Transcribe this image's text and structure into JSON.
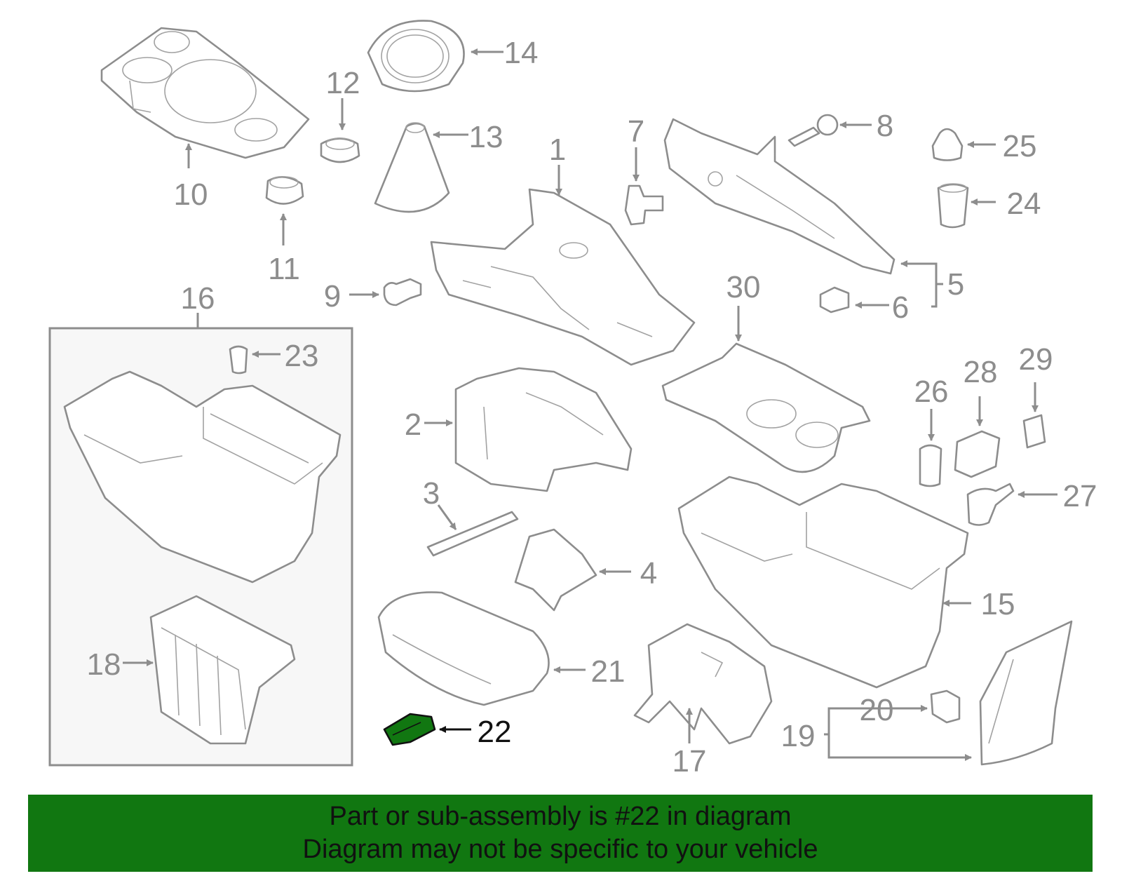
{
  "callouts": {
    "c1": "1",
    "c2": "2",
    "c3": "3",
    "c4": "4",
    "c5": "5",
    "c6": "6",
    "c7": "7",
    "c8": "8",
    "c9": "9",
    "c10": "10",
    "c11": "11",
    "c12": "12",
    "c13": "13",
    "c14": "14",
    "c15": "15",
    "c16": "16",
    "c17": "17",
    "c18": "18",
    "c19": "19",
    "c20": "20",
    "c21": "21",
    "c22": "22",
    "c23": "23",
    "c24": "24",
    "c25": "25",
    "c26": "26",
    "c27": "27",
    "c28": "28",
    "c29": "29",
    "c30": "30"
  },
  "highlight_color": "#117711",
  "banner": {
    "line1": "Part or sub-assembly is #22 in diagram",
    "line2": "Diagram may not be specific to your vehicle"
  }
}
